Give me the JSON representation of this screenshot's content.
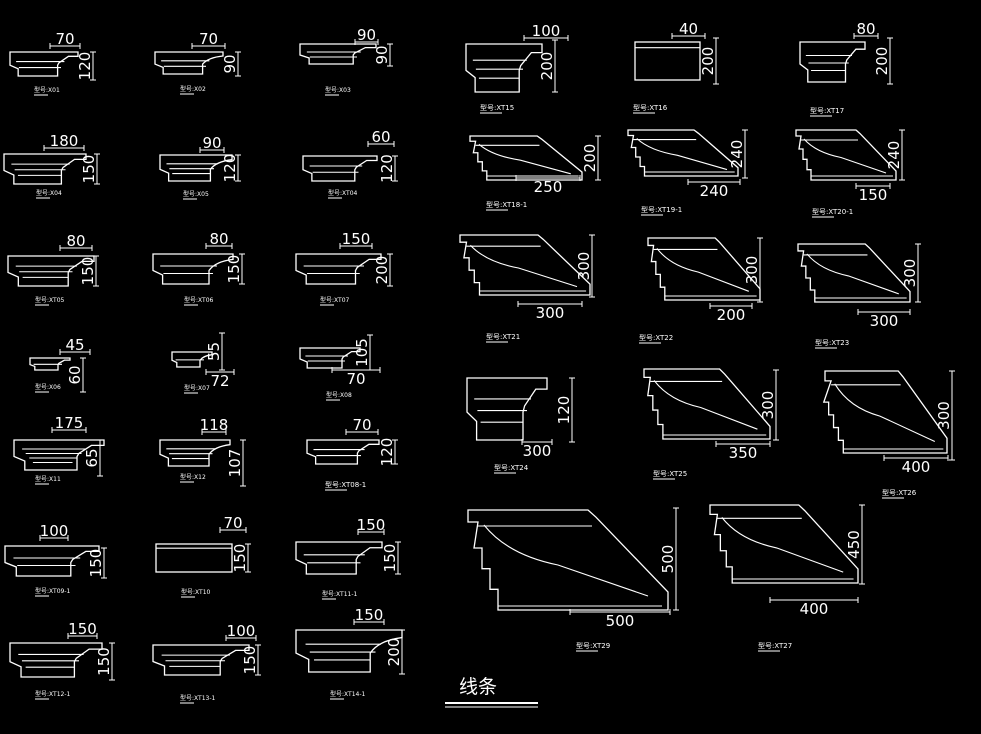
{
  "drawing": {
    "background": "#000000",
    "line_color": "#ffffff",
    "title": "线条",
    "label_prefix": "型号:",
    "profiles": [
      {
        "code": "X01",
        "dims": [
          "70",
          "120"
        ]
      },
      {
        "code": "X02",
        "dims": [
          "70",
          "90"
        ]
      },
      {
        "code": "X03",
        "dims": [
          "90",
          "90"
        ]
      },
      {
        "code": "XT15",
        "dims": [
          "100",
          "200"
        ]
      },
      {
        "code": "XT16",
        "dims": [
          "40",
          "200"
        ]
      },
      {
        "code": "XT17",
        "dims": [
          "80",
          "200"
        ]
      },
      {
        "code": "X04",
        "dims": [
          "180",
          "150"
        ]
      },
      {
        "code": "X05",
        "dims": [
          "90",
          "120"
        ]
      },
      {
        "code": "XT04",
        "dims": [
          "60",
          "120"
        ]
      },
      {
        "code": "XT18-1",
        "dims": [
          "250",
          "200"
        ]
      },
      {
        "code": "XT19-1",
        "dims": [
          "240",
          "240"
        ]
      },
      {
        "code": "XT20-1",
        "dims": [
          "150",
          "240"
        ]
      },
      {
        "code": "XT05",
        "dims": [
          "80",
          "150"
        ]
      },
      {
        "code": "XT06",
        "dims": [
          "80",
          "150"
        ]
      },
      {
        "code": "XT07",
        "dims": [
          "150",
          "200"
        ]
      },
      {
        "code": "XT21",
        "dims": [
          "300",
          "300"
        ]
      },
      {
        "code": "XT22",
        "dims": [
          "200",
          "300"
        ]
      },
      {
        "code": "XT23",
        "dims": [
          "300",
          "300"
        ]
      },
      {
        "code": "X06",
        "dims": [
          "45",
          "60"
        ]
      },
      {
        "code": "X07",
        "dims": [
          "72",
          "55"
        ]
      },
      {
        "code": "X08",
        "dims": [
          "70",
          "105"
        ]
      },
      {
        "code": "X11",
        "dims": [
          "175",
          "65"
        ]
      },
      {
        "code": "X12",
        "dims": [
          "118",
          "107"
        ]
      },
      {
        "code": "XT08-1",
        "dims": [
          "70",
          "120"
        ]
      },
      {
        "code": "XT24",
        "dims": [
          "300",
          "120"
        ]
      },
      {
        "code": "XT25",
        "dims": [
          "350",
          "300"
        ]
      },
      {
        "code": "XT26",
        "dims": [
          "400",
          "300"
        ]
      },
      {
        "code": "XT09-1",
        "dims": [
          "100",
          "150"
        ]
      },
      {
        "code": "XT10",
        "dims": [
          "70",
          "150"
        ]
      },
      {
        "code": "XT11-1",
        "dims": [
          "150",
          "150"
        ]
      },
      {
        "code": "XT29",
        "dims": [
          "500",
          "500"
        ]
      },
      {
        "code": "XT27",
        "dims": [
          "400",
          "450"
        ]
      },
      {
        "code": "XT12-1",
        "dims": [
          "150",
          "150"
        ]
      },
      {
        "code": "XT13-1",
        "dims": [
          "100",
          "150"
        ]
      },
      {
        "code": "XT14-1",
        "dims": [
          "150",
          "200"
        ]
      }
    ]
  }
}
